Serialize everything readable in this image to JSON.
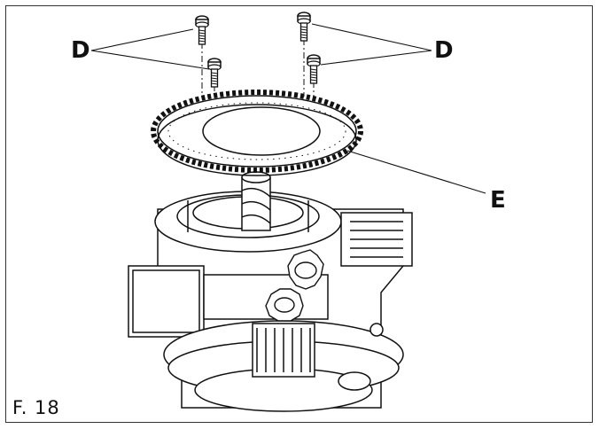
{
  "labels": {
    "d_left": "D",
    "d_right": "D",
    "e": "E"
  },
  "figure_number": "F. 18",
  "parts": [
    {
      "name": "screw-icon"
    },
    {
      "name": "gear-ring-icon"
    },
    {
      "name": "motor-housing-icon"
    },
    {
      "name": "bevel-gear-icon"
    }
  ]
}
